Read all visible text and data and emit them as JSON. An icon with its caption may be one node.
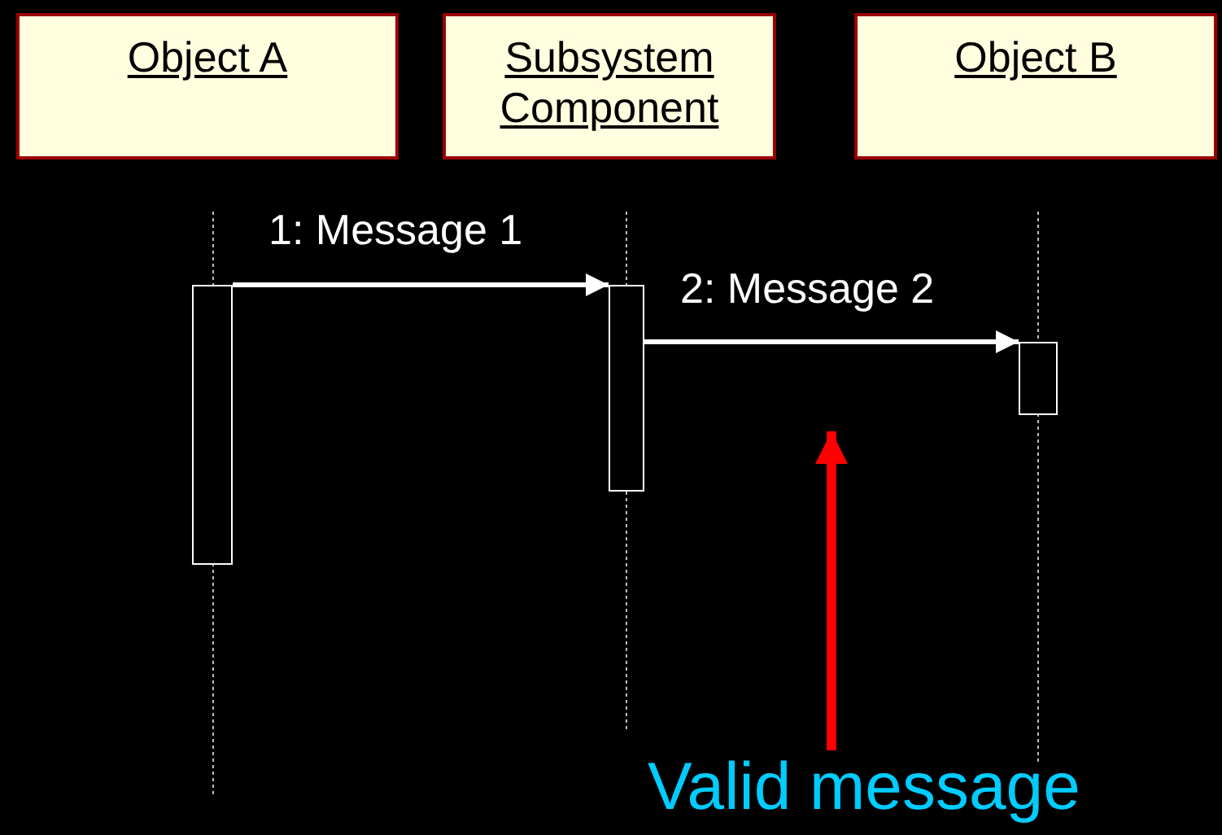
{
  "diagram": {
    "nodes": [
      {
        "text": [
          "Object A"
        ]
      },
      {
        "text": [
          "Subsystem Component"
        ]
      },
      {
        "text": [
          "Object B"
        ]
      },
      {
        "text": [],
        "shape": "bar"
      },
      {
        "text": [],
        "shape": "bar"
      },
      {
        "text": [],
        "shape": "bar"
      },
      {
        "text": [
          "Valid message"
        ]
      }
    ],
    "edges": [
      {
        "from": 3,
        "to": 4,
        "arrow": "to",
        "label": "1: Message 1"
      },
      {
        "from": 4,
        "to": 5,
        "arrow": "to",
        "label": "2: Message 2"
      },
      {
        "from": 6,
        "to": null,
        "arrow": "to",
        "style": "thick",
        "color": "#ff0000"
      }
    ]
  }
}
